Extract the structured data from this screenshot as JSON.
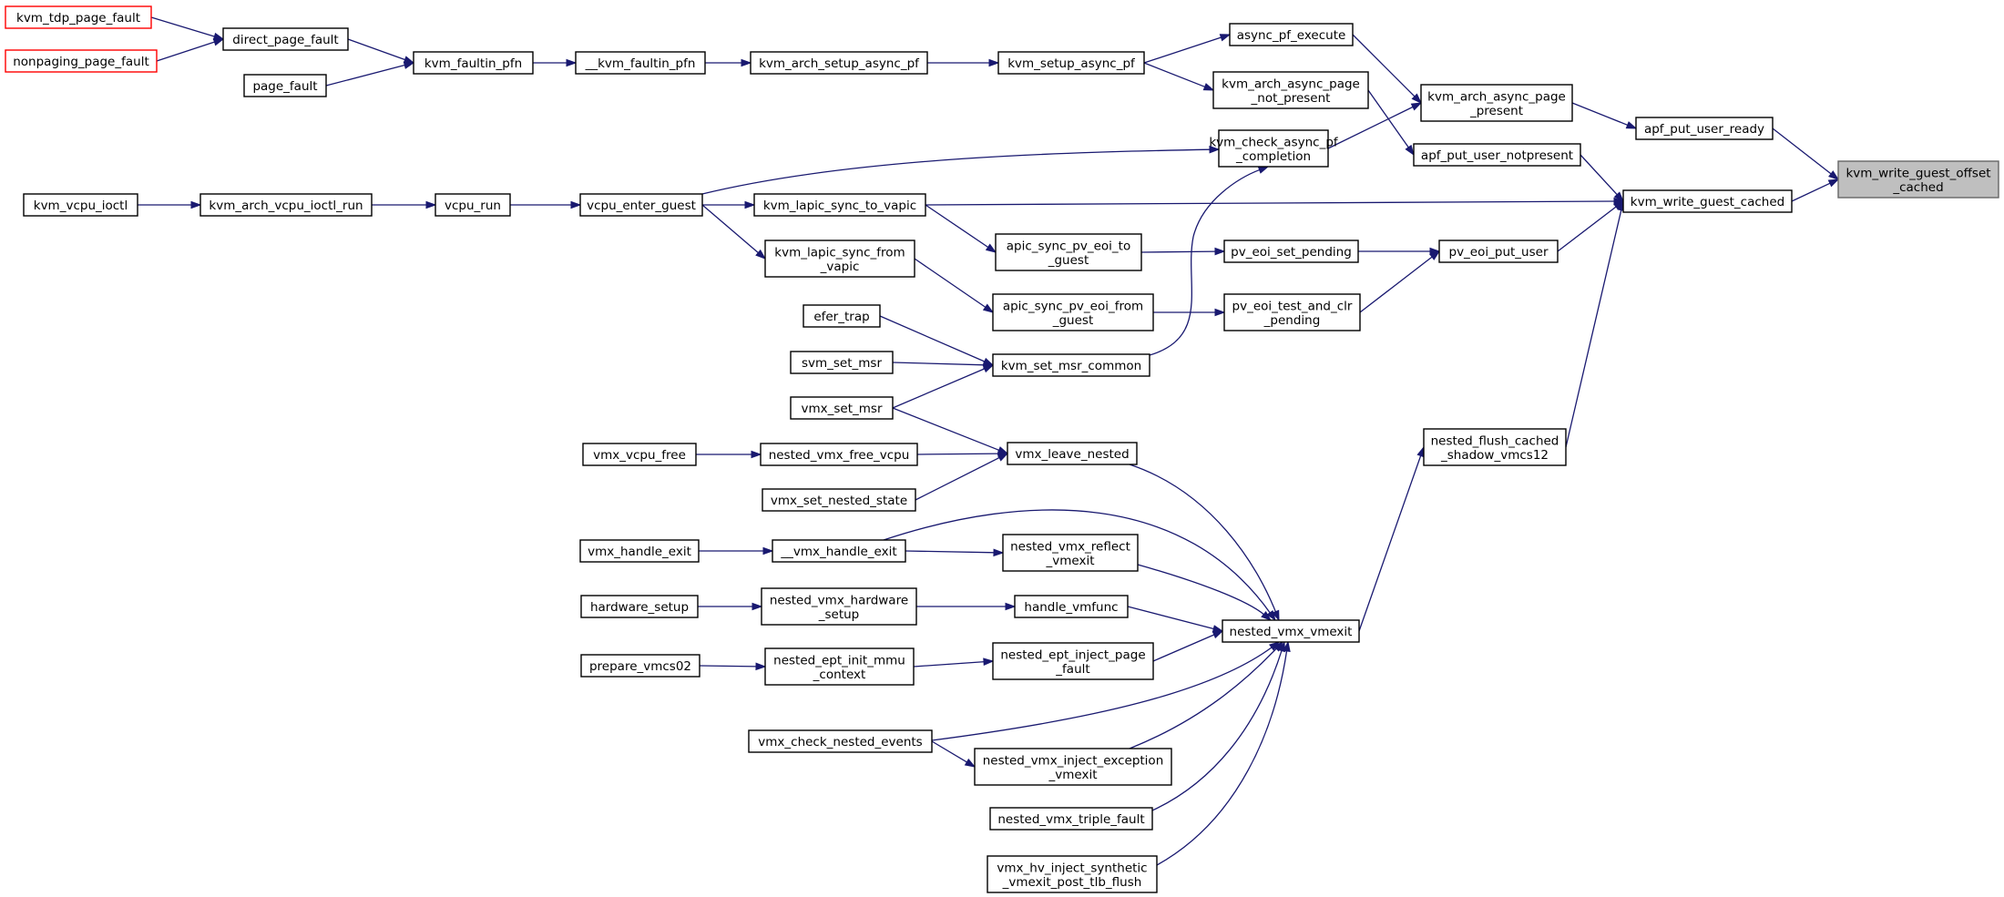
{
  "diagram": {
    "focus_node": "kvm_write_guest_offset_cached",
    "nodes": [
      {
        "id": "kvm_tdp_page_fault",
        "lines": [
          "kvm_tdp_page_fault"
        ],
        "truncated": true
      },
      {
        "id": "nonpaging_page_fault",
        "lines": [
          "nonpaging_page_fault"
        ],
        "truncated": true
      },
      {
        "id": "direct_page_fault",
        "lines": [
          "direct_page_fault"
        ]
      },
      {
        "id": "page_fault",
        "lines": [
          "page_fault"
        ]
      },
      {
        "id": "kvm_faultin_pfn",
        "lines": [
          "kvm_faultin_pfn"
        ]
      },
      {
        "id": "__kvm_faultin_pfn",
        "lines": [
          "__kvm_faultin_pfn"
        ]
      },
      {
        "id": "kvm_arch_setup_async_pf",
        "lines": [
          "kvm_arch_setup_async_pf"
        ]
      },
      {
        "id": "kvm_setup_async_pf",
        "lines": [
          "kvm_setup_async_pf"
        ]
      },
      {
        "id": "async_pf_execute",
        "lines": [
          "async_pf_execute"
        ]
      },
      {
        "id": "kvm_arch_async_page_not_present",
        "lines": [
          "kvm_arch_async_page",
          "_not_present"
        ]
      },
      {
        "id": "kvm_arch_async_page_present",
        "lines": [
          "kvm_arch_async_page",
          "_present"
        ]
      },
      {
        "id": "apf_put_user_ready",
        "lines": [
          "apf_put_user_ready"
        ]
      },
      {
        "id": "kvm_write_guest_offset_cached",
        "lines": [
          "kvm_write_guest_offset",
          "_cached"
        ],
        "focus": true
      },
      {
        "id": "kvm_check_async_pf_completion",
        "lines": [
          "kvm_check_async_pf",
          "_completion"
        ]
      },
      {
        "id": "apf_put_user_notpresent",
        "lines": [
          "apf_put_user_notpresent"
        ]
      },
      {
        "id": "kvm_vcpu_ioctl",
        "lines": [
          "kvm_vcpu_ioctl"
        ]
      },
      {
        "id": "kvm_arch_vcpu_ioctl_run",
        "lines": [
          "kvm_arch_vcpu_ioctl_run"
        ]
      },
      {
        "id": "vcpu_run",
        "lines": [
          "vcpu_run"
        ]
      },
      {
        "id": "vcpu_enter_guest",
        "lines": [
          "vcpu_enter_guest"
        ]
      },
      {
        "id": "kvm_lapic_sync_to_vapic",
        "lines": [
          "kvm_lapic_sync_to_vapic"
        ]
      },
      {
        "id": "kvm_write_guest_cached",
        "lines": [
          "kvm_write_guest_cached"
        ]
      },
      {
        "id": "apic_sync_pv_eoi_to_guest",
        "lines": [
          "apic_sync_pv_eoi_to",
          "_guest"
        ]
      },
      {
        "id": "pv_eoi_set_pending",
        "lines": [
          "pv_eoi_set_pending"
        ]
      },
      {
        "id": "pv_eoi_put_user",
        "lines": [
          "pv_eoi_put_user"
        ]
      },
      {
        "id": "kvm_lapic_sync_from_vapic",
        "lines": [
          "kvm_lapic_sync_from",
          "_vapic"
        ]
      },
      {
        "id": "apic_sync_pv_eoi_from_guest",
        "lines": [
          "apic_sync_pv_eoi_from",
          "_guest"
        ]
      },
      {
        "id": "pv_eoi_test_and_clr_pending",
        "lines": [
          "pv_eoi_test_and_clr",
          "_pending"
        ]
      },
      {
        "id": "efer_trap",
        "lines": [
          "efer_trap"
        ]
      },
      {
        "id": "svm_set_msr",
        "lines": [
          "svm_set_msr"
        ]
      },
      {
        "id": "kvm_set_msr_common",
        "lines": [
          "kvm_set_msr_common"
        ]
      },
      {
        "id": "vmx_set_msr",
        "lines": [
          "vmx_set_msr"
        ]
      },
      {
        "id": "nested_flush_cached_shadow_vmcs12",
        "lines": [
          "nested_flush_cached",
          "_shadow_vmcs12"
        ]
      },
      {
        "id": "vmx_vcpu_free",
        "lines": [
          "vmx_vcpu_free"
        ]
      },
      {
        "id": "nested_vmx_free_vcpu",
        "lines": [
          "nested_vmx_free_vcpu"
        ]
      },
      {
        "id": "vmx_leave_nested",
        "lines": [
          "vmx_leave_nested"
        ]
      },
      {
        "id": "vmx_set_nested_state",
        "lines": [
          "vmx_set_nested_state"
        ]
      },
      {
        "id": "vmx_handle_exit",
        "lines": [
          "vmx_handle_exit"
        ]
      },
      {
        "id": "__vmx_handle_exit",
        "lines": [
          "__vmx_handle_exit"
        ]
      },
      {
        "id": "nested_vmx_reflect_vmexit",
        "lines": [
          "nested_vmx_reflect",
          "_vmexit"
        ]
      },
      {
        "id": "hardware_setup",
        "lines": [
          "hardware_setup"
        ]
      },
      {
        "id": "nested_vmx_hardware_setup",
        "lines": [
          "nested_vmx_hardware",
          "_setup"
        ]
      },
      {
        "id": "handle_vmfunc",
        "lines": [
          "handle_vmfunc"
        ]
      },
      {
        "id": "nested_vmx_vmexit",
        "lines": [
          "nested_vmx_vmexit"
        ]
      },
      {
        "id": "prepare_vmcs02",
        "lines": [
          "prepare_vmcs02"
        ]
      },
      {
        "id": "nested_ept_init_mmu_context",
        "lines": [
          "nested_ept_init_mmu",
          "_context"
        ]
      },
      {
        "id": "nested_ept_inject_page_fault",
        "lines": [
          "nested_ept_inject_page",
          "_fault"
        ]
      },
      {
        "id": "vmx_check_nested_events",
        "lines": [
          "vmx_check_nested_events"
        ]
      },
      {
        "id": "nested_vmx_inject_exception_vmexit",
        "lines": [
          "nested_vmx_inject_exception",
          "_vmexit"
        ]
      },
      {
        "id": "nested_vmx_triple_fault",
        "lines": [
          "nested_vmx_triple_fault"
        ]
      },
      {
        "id": "vmx_hv_inject_synthetic_vmexit_post_tlb_flush",
        "lines": [
          "vmx_hv_inject_synthetic",
          "_vmexit_post_tlb_flush"
        ]
      }
    ],
    "edges": [
      [
        "kvm_tdp_page_fault",
        "direct_page_fault"
      ],
      [
        "nonpaging_page_fault",
        "direct_page_fault"
      ],
      [
        "direct_page_fault",
        "kvm_faultin_pfn"
      ],
      [
        "page_fault",
        "kvm_faultin_pfn"
      ],
      [
        "kvm_faultin_pfn",
        "__kvm_faultin_pfn"
      ],
      [
        "__kvm_faultin_pfn",
        "kvm_arch_setup_async_pf"
      ],
      [
        "kvm_arch_setup_async_pf",
        "kvm_setup_async_pf"
      ],
      [
        "kvm_setup_async_pf",
        "async_pf_execute"
      ],
      [
        "kvm_setup_async_pf",
        "kvm_arch_async_page_not_present"
      ],
      [
        "async_pf_execute",
        "kvm_arch_async_page_present"
      ],
      [
        "kvm_arch_async_page_not_present",
        "apf_put_user_notpresent"
      ],
      [
        "kvm_check_async_pf_completion",
        "kvm_arch_async_page_present"
      ],
      [
        "kvm_arch_async_page_present",
        "apf_put_user_ready"
      ],
      [
        "apf_put_user_ready",
        "kvm_write_guest_offset_cached"
      ],
      [
        "apf_put_user_notpresent",
        "kvm_write_guest_cached"
      ],
      [
        "kvm_write_guest_cached",
        "kvm_write_guest_offset_cached"
      ],
      [
        "kvm_vcpu_ioctl",
        "kvm_arch_vcpu_ioctl_run"
      ],
      [
        "kvm_arch_vcpu_ioctl_run",
        "vcpu_run"
      ],
      [
        "vcpu_run",
        "vcpu_enter_guest"
      ],
      [
        "vcpu_enter_guest",
        "kvm_check_async_pf_completion"
      ],
      [
        "vcpu_enter_guest",
        "kvm_lapic_sync_to_vapic"
      ],
      [
        "vcpu_enter_guest",
        "kvm_lapic_sync_from_vapic"
      ],
      [
        "kvm_lapic_sync_to_vapic",
        "kvm_write_guest_cached"
      ],
      [
        "kvm_lapic_sync_to_vapic",
        "apic_sync_pv_eoi_to_guest"
      ],
      [
        "apic_sync_pv_eoi_to_guest",
        "pv_eoi_set_pending"
      ],
      [
        "pv_eoi_set_pending",
        "pv_eoi_put_user"
      ],
      [
        "pv_eoi_put_user",
        "kvm_write_guest_cached"
      ],
      [
        "kvm_lapic_sync_from_vapic",
        "apic_sync_pv_eoi_from_guest"
      ],
      [
        "apic_sync_pv_eoi_from_guest",
        "pv_eoi_test_and_clr_pending"
      ],
      [
        "pv_eoi_test_and_clr_pending",
        "pv_eoi_put_user"
      ],
      [
        "efer_trap",
        "kvm_set_msr_common"
      ],
      [
        "svm_set_msr",
        "kvm_set_msr_common"
      ],
      [
        "vmx_set_msr",
        "kvm_set_msr_common"
      ],
      [
        "kvm_set_msr_common",
        "kvm_check_async_pf_completion"
      ],
      [
        "vmx_set_msr",
        "vmx_leave_nested"
      ],
      [
        "vmx_vcpu_free",
        "nested_vmx_free_vcpu"
      ],
      [
        "nested_vmx_free_vcpu",
        "vmx_leave_nested"
      ],
      [
        "vmx_set_nested_state",
        "vmx_leave_nested"
      ],
      [
        "vmx_leave_nested",
        "nested_vmx_vmexit"
      ],
      [
        "vmx_handle_exit",
        "__vmx_handle_exit"
      ],
      [
        "__vmx_handle_exit",
        "nested_vmx_reflect_vmexit"
      ],
      [
        "__vmx_handle_exit",
        "nested_vmx_vmexit"
      ],
      [
        "nested_vmx_reflect_vmexit",
        "nested_vmx_vmexit"
      ],
      [
        "hardware_setup",
        "nested_vmx_hardware_setup"
      ],
      [
        "nested_vmx_hardware_setup",
        "handle_vmfunc"
      ],
      [
        "handle_vmfunc",
        "nested_vmx_vmexit"
      ],
      [
        "prepare_vmcs02",
        "nested_ept_init_mmu_context"
      ],
      [
        "nested_ept_init_mmu_context",
        "nested_ept_inject_page_fault"
      ],
      [
        "nested_ept_inject_page_fault",
        "nested_vmx_vmexit"
      ],
      [
        "vmx_check_nested_events",
        "nested_vmx_vmexit"
      ],
      [
        "vmx_check_nested_events",
        "nested_vmx_inject_exception_vmexit"
      ],
      [
        "nested_vmx_inject_exception_vmexit",
        "nested_vmx_vmexit"
      ],
      [
        "nested_vmx_triple_fault",
        "nested_vmx_vmexit"
      ],
      [
        "vmx_hv_inject_synthetic_vmexit_post_tlb_flush",
        "nested_vmx_vmexit"
      ],
      [
        "nested_vmx_vmexit",
        "nested_flush_cached_shadow_vmcs12"
      ],
      [
        "nested_flush_cached_shadow_vmcs12",
        "kvm_write_guest_cached"
      ]
    ],
    "colors": {
      "edge": "#191970",
      "node_border": "#000000",
      "truncated_border": "#ff0000",
      "focus_fill": "#bfbfbf",
      "focus_border": "#666666"
    }
  }
}
